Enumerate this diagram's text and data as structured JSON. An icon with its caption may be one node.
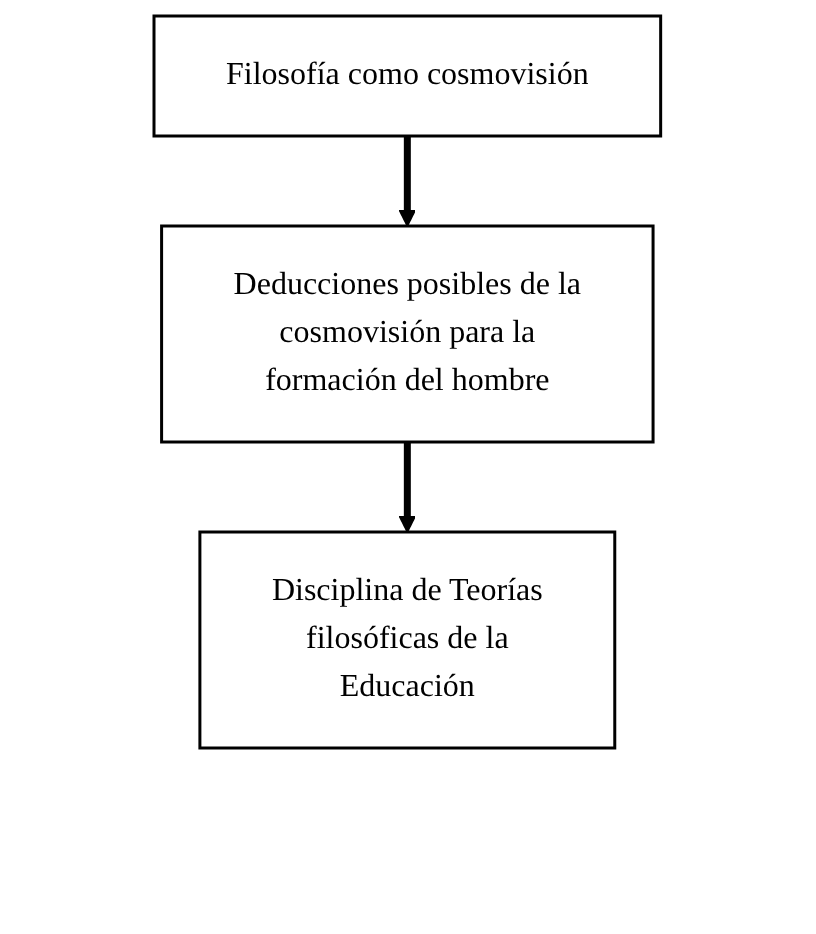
{
  "diagram": {
    "nodes": [
      {
        "text": [
          "Filosofía como cosmovisión"
        ]
      },
      {
        "text": [
          "Deducciones posibles de la cosmovisión para la formación del hombre"
        ]
      },
      {
        "text": [
          "Disciplina de Teorías filosóficas de la Educación"
        ]
      }
    ],
    "edges": [
      {
        "from": 0,
        "to": 1,
        "arrow": "to"
      },
      {
        "from": 1,
        "to": 2,
        "arrow": "to"
      }
    ]
  }
}
